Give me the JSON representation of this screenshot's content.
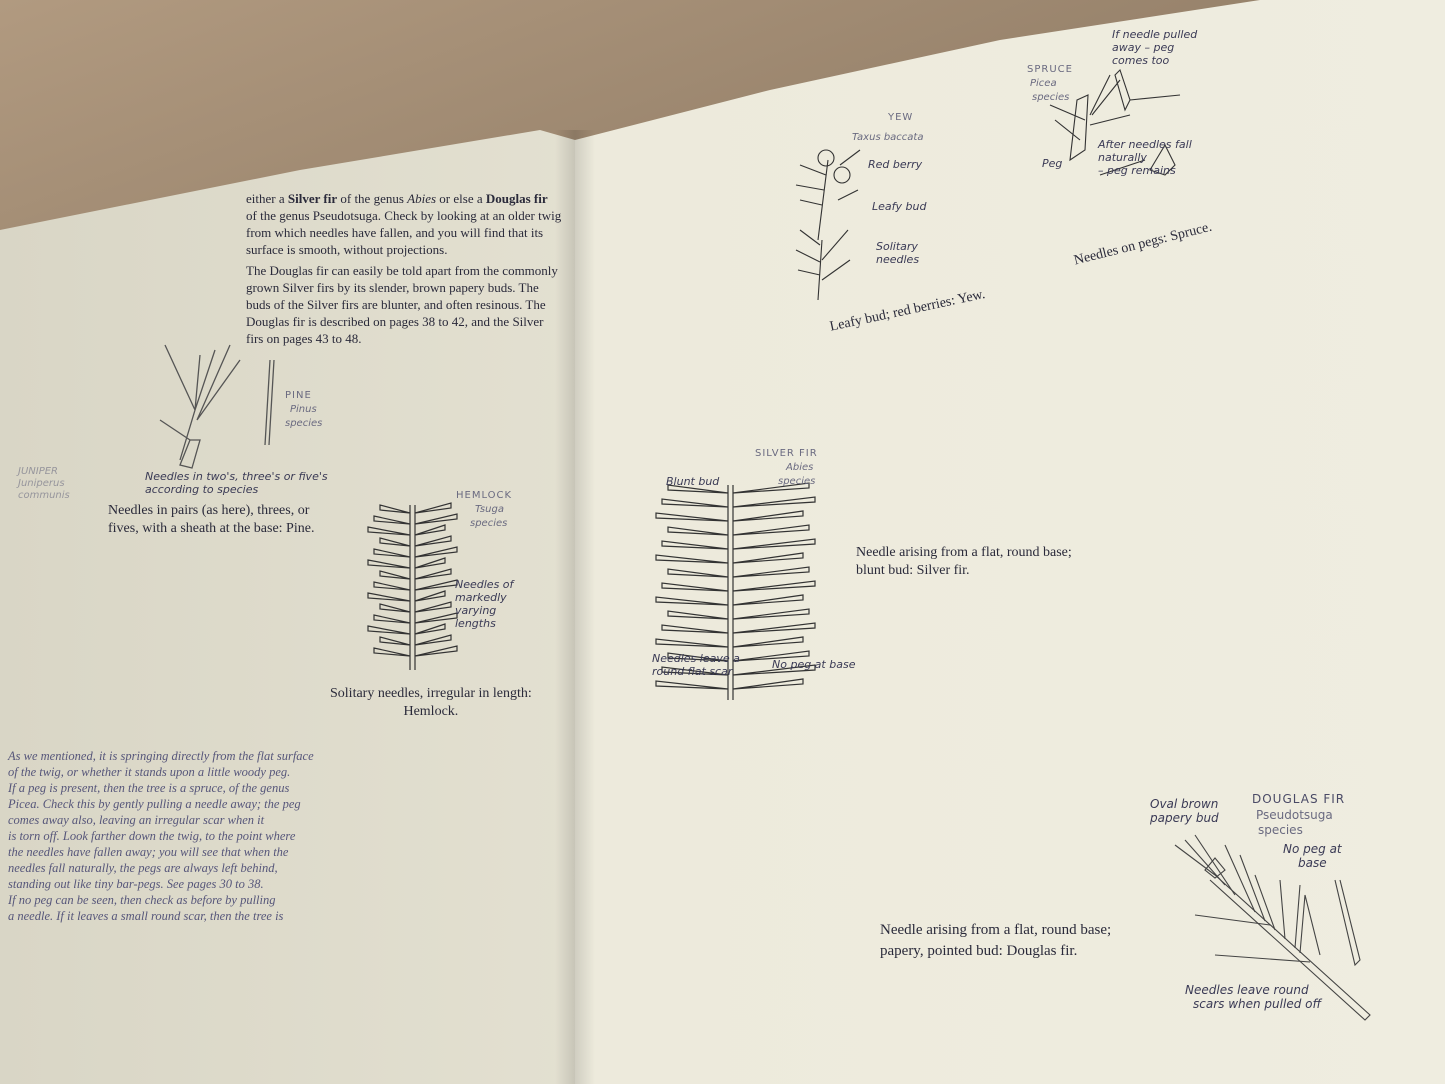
{
  "left_page": {
    "faded_paragraph": [
      "As we mentioned, it is springing directly from the flat surface",
      "of the twig, or whether it stands upon a little woody peg.",
      "If a peg is present, then the tree is a spruce, of the genus",
      "Picea. Check this by gently pulling a needle away; the peg",
      "comes away also, leaving an irregular scar when it",
      "is torn off. Look farther down the twig, to the point where",
      "the needles have fallen away; you will see that when the",
      "needles fall naturally, the pegs are always left behind,",
      "standing out like tiny bar-pegs. See pages 30 to 38.",
      "If no peg can be seen, then check as before by pulling",
      "a needle. If it leaves a small round scar, then the tree is"
    ],
    "paragraph1": [
      "either a ",
      "Silver fir",
      " of the genus ",
      "Abies",
      " or else a ",
      "Douglas fir"
    ],
    "paragraph1_rest": [
      "of the genus Pseudotsuga. Check by looking at an older twig",
      "from which needles have fallen, and you will find that its",
      "surface is smooth, without projections."
    ],
    "paragraph2": [
      "The Douglas fir can easily be told apart from the commonly",
      "grown Silver firs by its slender, brown papery buds. The",
      "buds of the Silver firs are blunter, and often resinous. The",
      "Douglas fir is described on pages 38 to 42, and the Silver",
      "firs on pages 43 to 48."
    ],
    "pine": {
      "name": "PINE",
      "latin": "Pinus",
      "species": "species",
      "note": [
        "Needles in two's, three's or five's",
        "according to species"
      ],
      "caption": [
        "Needles in pairs (as here), threes, or",
        "fives, with a sheath at the base: Pine."
      ]
    },
    "juniper": {
      "name": "JUNIPER",
      "latin": "Juniperus",
      "species": "communis"
    },
    "hemlock": {
      "name": "HEMLOCK",
      "latin": "Tsuga",
      "species": "species",
      "note": [
        "Needles of",
        "markedly",
        "varying",
        "lengths"
      ],
      "caption": [
        "Solitary needles, irregular in length:",
        "Hemlock."
      ]
    }
  },
  "right_page": {
    "yew": {
      "name": "YEW",
      "latin": "Taxus baccata",
      "labels": [
        "Red berry",
        "Leafy bud",
        "Solitary",
        "needles"
      ],
      "caption": "Leafy bud; red berries: Yew."
    },
    "spruce": {
      "name": "SPRUCE",
      "latin": "Picea",
      "species": "species",
      "labels": [
        "If needle pulled",
        "away – peg",
        "comes too",
        "After needles fall",
        "naturally",
        "– peg remains",
        "Peg"
      ],
      "caption": "Needles on pegs: Spruce."
    },
    "silver_fir": {
      "name": "SILVER FIR",
      "latin": "Abies",
      "species": "species",
      "labels": [
        "Blunt bud",
        "Needles leave a",
        "round flat scar",
        "No peg at base"
      ],
      "caption": [
        "Needle arising from a flat, round base;",
        "blunt bud: Silver fir."
      ]
    },
    "douglas_fir": {
      "name": "DOUGLAS FIR",
      "latin": "Pseudotsuga",
      "species": "species",
      "labels": [
        "Oval brown",
        "papery bud",
        "No peg at",
        "base",
        "Needles leave round",
        "scars when pulled off"
      ],
      "caption": [
        "Needle arising from a flat, round base;",
        "papery, pointed bud: Douglas fir."
      ]
    }
  }
}
